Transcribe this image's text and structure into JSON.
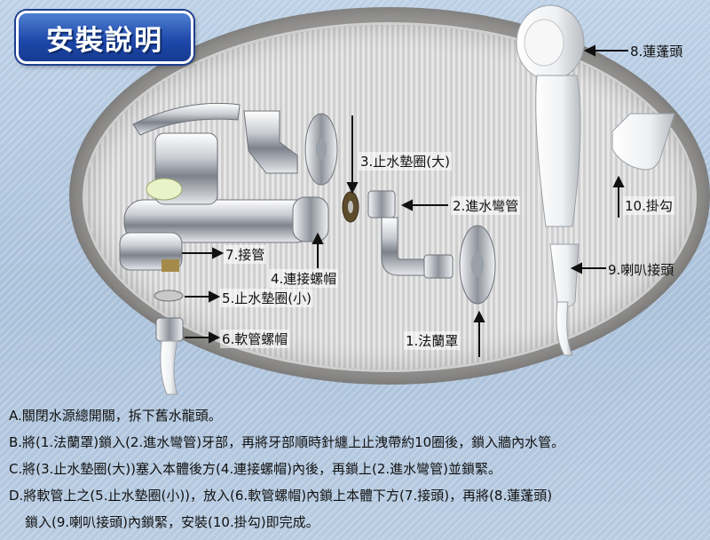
{
  "title": "安裝說明",
  "parts": {
    "p1": "1.法蘭罩",
    "p2": "2.進水彎管",
    "p3": "3.止水墊圈(大)",
    "p4": "4.連接螺帽",
    "p5": "5.止水墊圈(小)",
    "p6": "6.軟管螺帽",
    "p7": "7.接管",
    "p8": "8.蓮蓬頭",
    "p9": "9.喇叭接頭",
    "p10": "10.掛勾"
  },
  "steps": [
    "A.關閉水源總開關，拆下舊水龍頭。",
    "B.將(1.法蘭罩)鎖入(2.進水彎管)牙部，再將牙部順時針纏上止洩帶約10圈後，鎖入牆內水管。",
    "C.將(3.止水墊圈(大))塞入本體後方(4.連接螺帽)內後，再鎖上(2.進水彎管)並鎖緊。",
    "D.將軟管上之(5.止水墊圈(小))，放入(6.軟管螺帽)內鎖上本體下方(7.接頭)，再將(8.蓮蓬頭)",
    "鎖入(9.喇叭接頭)內鎖緊，安裝(10.掛勾)即完成。"
  ]
}
